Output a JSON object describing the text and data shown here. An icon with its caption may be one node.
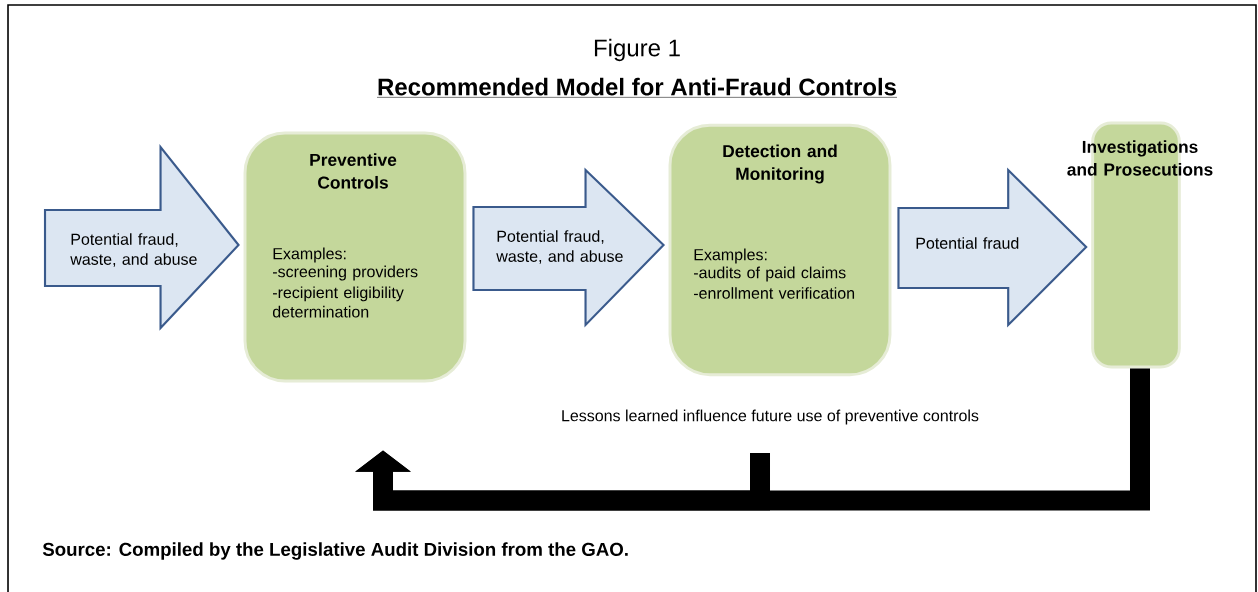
{
  "diagram": {
    "title": "Recommended Model for Anti-Fraud Controls",
    "caption": "Source:  Compiled by the Legislative Audit Division from the GAO.",
    "nodes": [
      {
        "text": [
          "Preventive Controls",
          "Examples:",
          "-screening providers",
          "-recipient eligibility determination"
        ]
      },
      {
        "text": [
          "Detection and Monitoring",
          "Examples:",
          "-audits of paid claims",
          "-enrollment verification"
        ]
      },
      {
        "text": [
          "Investigations and Prosecutions"
        ]
      }
    ],
    "edges": [
      {
        "from": null,
        "to": 0,
        "arrow": "to",
        "label": "Potential fraud, waste, and abuse"
      },
      {
        "from": 0,
        "to": 1,
        "arrow": "to",
        "label": "Potential fraud, waste, and abuse"
      },
      {
        "from": 1,
        "to": 2,
        "arrow": "to",
        "label": "Potential fraud"
      },
      {
        "from": 1,
        "to": 0,
        "arrow": "to",
        "color": "#000000"
      },
      {
        "from": 2,
        "to": 0,
        "arrow": "to",
        "color": "#000000"
      }
    ],
    "labels": [
      "Figure 1",
      "Lessons learned influence future use of preventive controls"
    ]
  }
}
